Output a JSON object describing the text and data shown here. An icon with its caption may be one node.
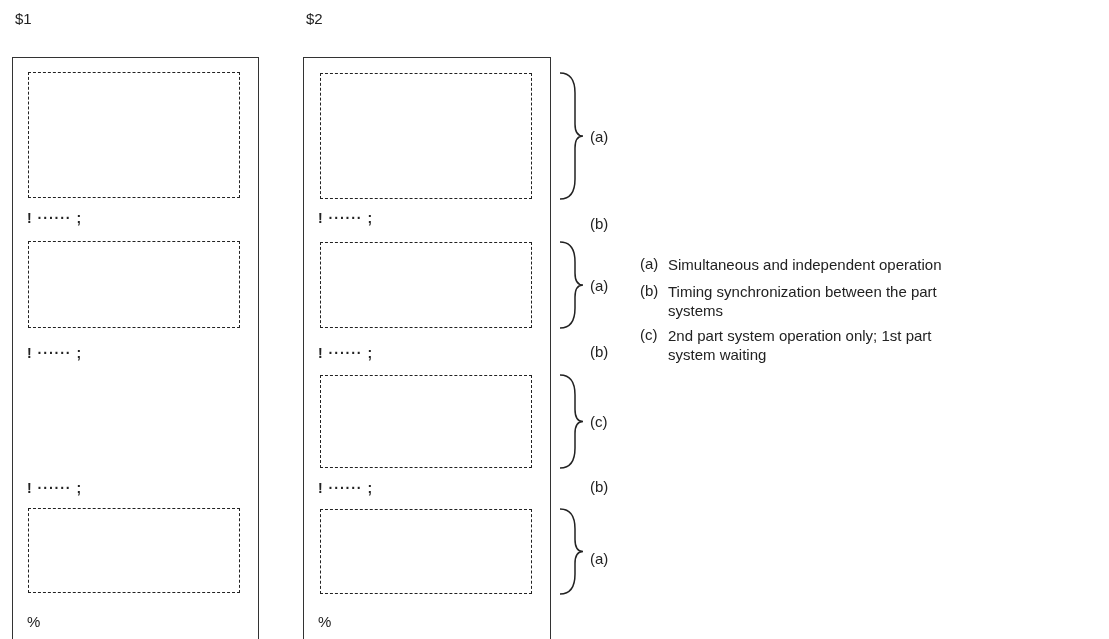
{
  "diagram": {
    "nodes": [
      {
        "text": [
          "$1",
          "! ······ ;",
          "! ······ ;",
          "! ······ ;",
          "%"
        ]
      },
      {
        "text": [],
        "shape": "box",
        "in": 0
      },
      {
        "text": [],
        "shape": "box",
        "in": 0
      },
      {
        "text": [],
        "shape": "box",
        "in": 0
      },
      {
        "text": [
          "$2",
          "! ······ ;",
          "! ······ ;",
          "! ······ ;",
          "%"
        ]
      },
      {
        "text": [],
        "shape": "box",
        "in": 4
      },
      {
        "text": [],
        "shape": "box",
        "in": 4
      },
      {
        "text": [],
        "shape": "box",
        "in": 4
      },
      {
        "text": [],
        "shape": "box",
        "in": 4
      }
    ],
    "edges": [],
    "labels": [
      "(a)",
      "(b)",
      "(a)",
      "(b)",
      "(c)",
      "(b)",
      "(a)",
      "(a)",
      "Simultaneous and independent operation",
      "(b)",
      "Timing synchronization between the part systems",
      "(c)",
      "2nd part system operation only; 1st part system waiting"
    ]
  }
}
